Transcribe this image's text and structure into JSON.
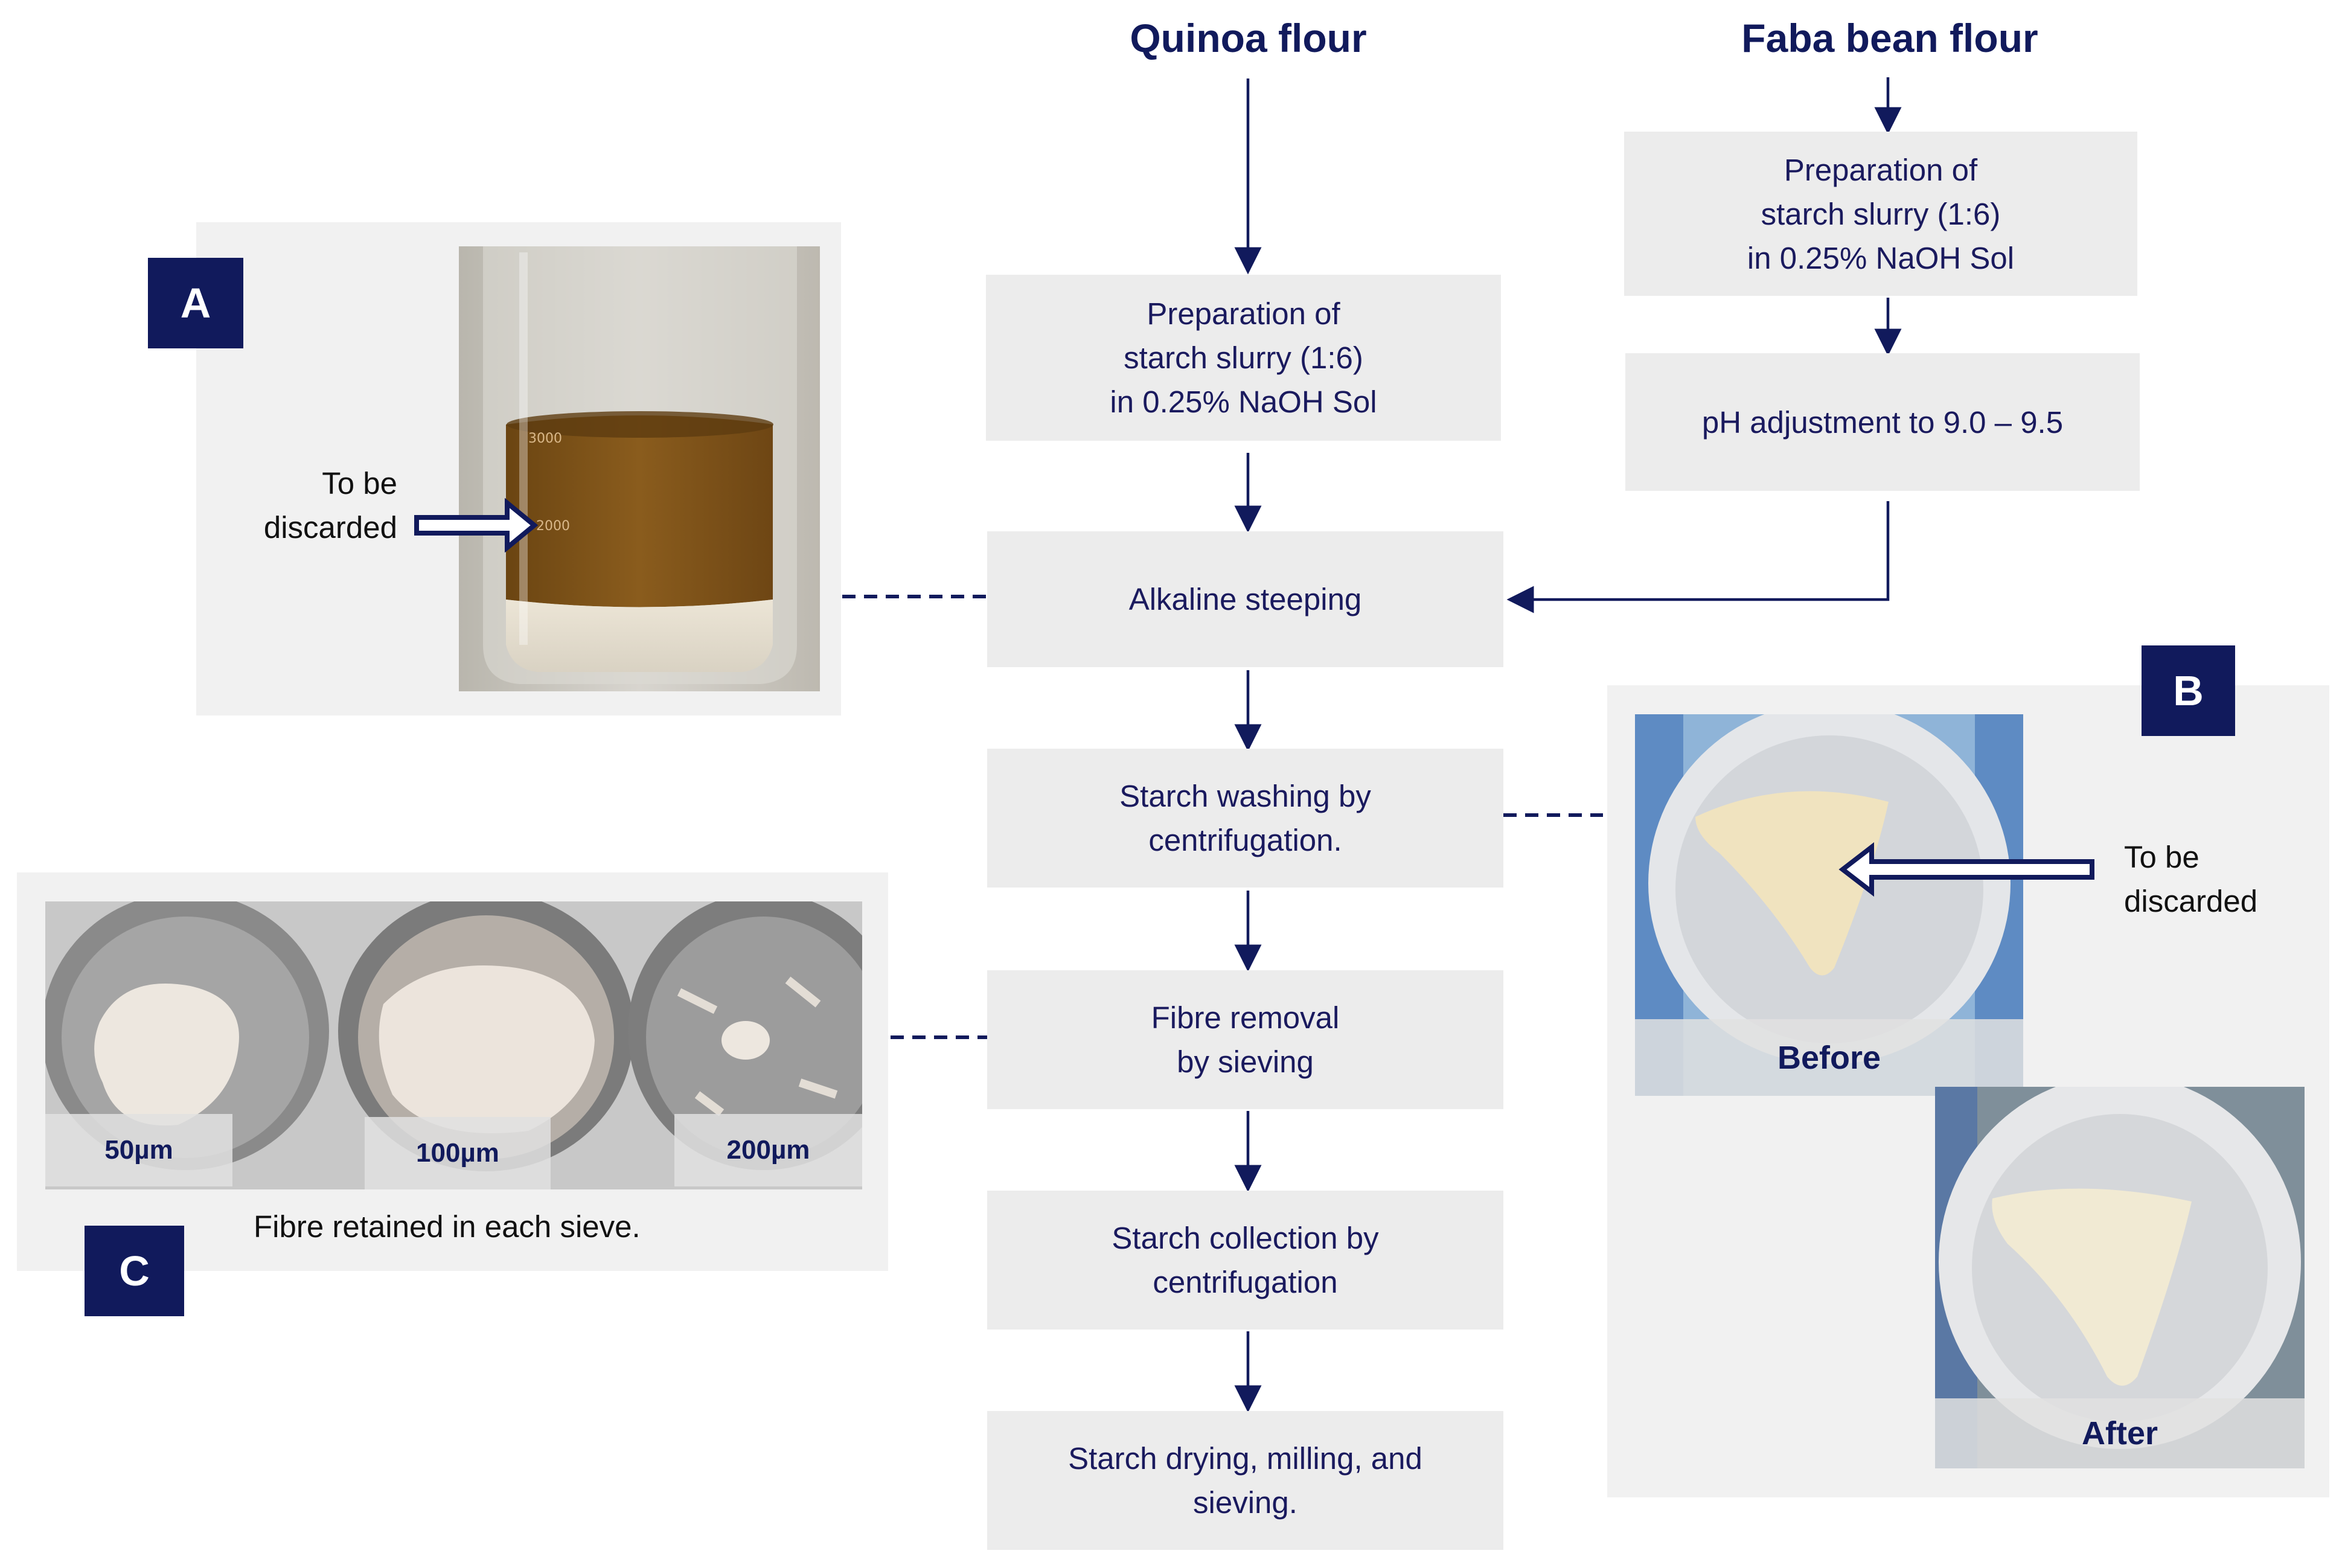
{
  "titles": {
    "quinoa": "Quinoa flour",
    "faba": "Faba bean flour"
  },
  "flow": {
    "quinoa_prep": "Preparation of\nstarch slurry (1:6)\nin 0.25% NaOH Sol",
    "alkaline": "Alkaline steeping",
    "washing": "Starch washing by\ncentrifugation.",
    "fibre": "Fibre removal\nby sieving",
    "collection": "Starch collection by\ncentrifugation",
    "drying": "Starch drying, milling, and\nsieving."
  },
  "faba_flow": {
    "prep": "Preparation of\nstarch slurry (1:6)\nin 0.25% NaOH Sol",
    "ph": "pH adjustment to 9.0 – 9.5"
  },
  "panel_a": {
    "badge": "A",
    "note": "To be\ndiscarded",
    "beaker_mark_1": "3000",
    "beaker_mark_2": "2000"
  },
  "panel_b": {
    "badge": "B",
    "note": "To be\ndiscarded",
    "before": "Before",
    "after": "After"
  },
  "panel_c": {
    "badge": "C",
    "sieve_1": "50µm",
    "sieve_2": "100µm",
    "sieve_3": "200µm",
    "caption": "Fibre retained in each sieve."
  },
  "colors": {
    "navy": "#111a5c",
    "box_fill": "#ececec",
    "panel_fill": "#f1f1f1"
  }
}
